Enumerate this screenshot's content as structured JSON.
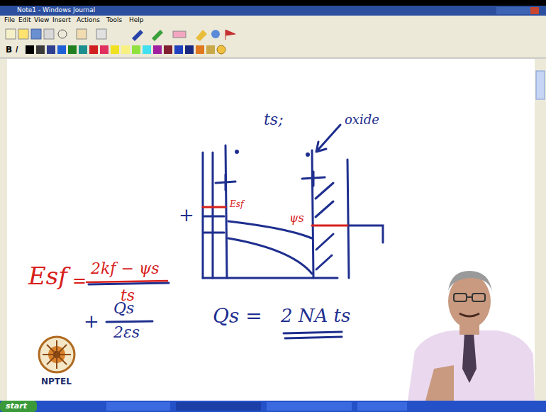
{
  "diagram": {
    "labels": [
      "Note1 - Windows Journal",
      "File",
      "Edit",
      "View",
      "Insert",
      "Actions",
      "Tools",
      "Help",
      "B",
      "I",
      "ts;",
      "oxide",
      "+",
      "Esf",
      "ψs",
      "Esf",
      "=",
      "2kf − ψs",
      "ts",
      "+",
      "Qs",
      "2εs",
      "Qs =",
      "2 NA ts",
      "NPTEL",
      "start"
    ]
  }
}
